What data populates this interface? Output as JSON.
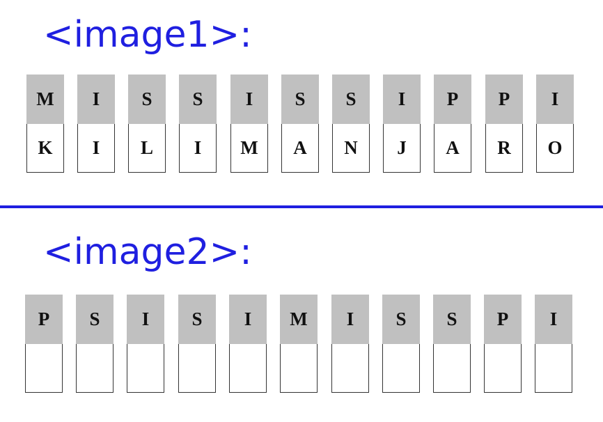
{
  "panels": [
    {
      "label": "<image1>:",
      "top_letters": [
        "M",
        "I",
        "S",
        "S",
        "I",
        "S",
        "S",
        "I",
        "P",
        "P",
        "I"
      ],
      "bottom_letters": [
        "K",
        "I",
        "L",
        "I",
        "M",
        "A",
        "N",
        "J",
        "A",
        "R",
        "O"
      ]
    },
    {
      "label": "<image2>:",
      "top_letters": [
        "P",
        "S",
        "I",
        "S",
        "I",
        "M",
        "I",
        "S",
        "S",
        "P",
        "I"
      ],
      "bottom_letters": [
        "",
        "",
        "",
        "",
        "",
        "",
        "",
        "",
        "",
        "",
        ""
      ]
    }
  ],
  "colors": {
    "label": "#1f1fe0",
    "divider": "#1f1fe0",
    "tile_top_fill": "#c0c0c0",
    "tile_border": "#333333"
  }
}
